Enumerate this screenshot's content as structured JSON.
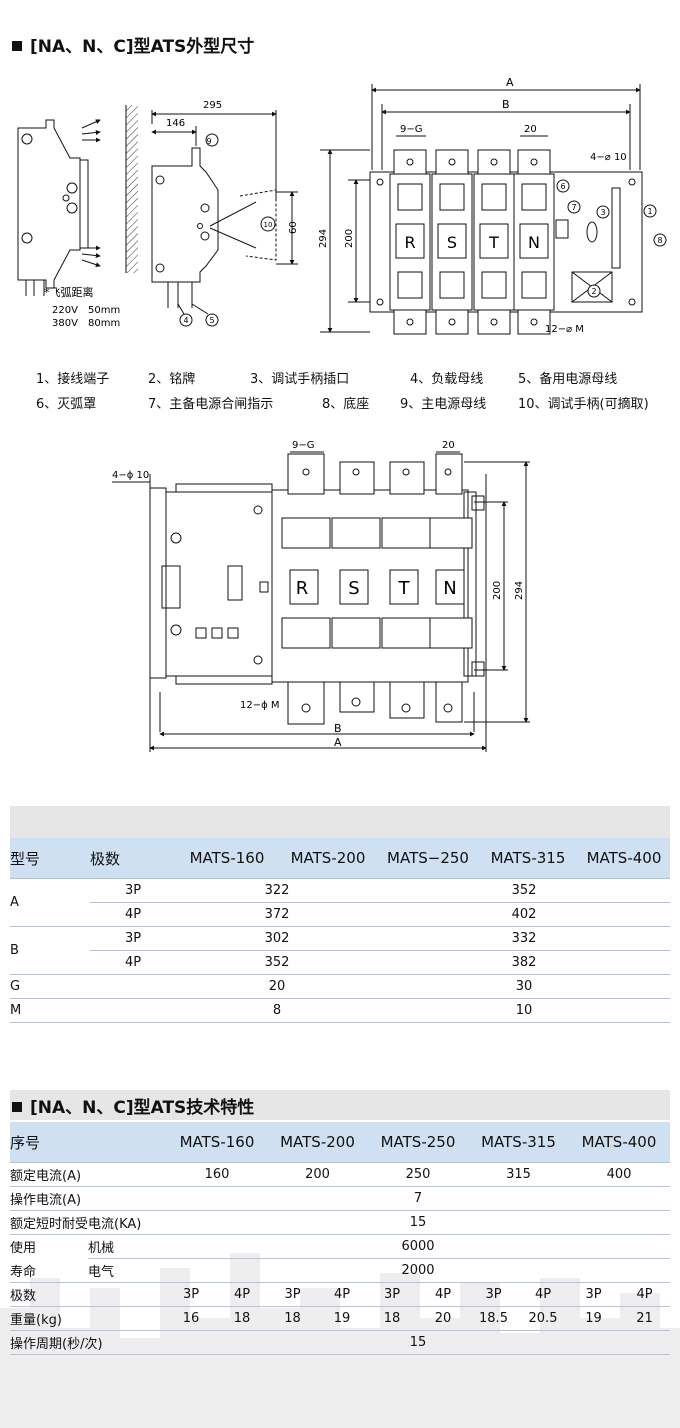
{
  "dims_section": {
    "title": "[NA、N、C]型ATS外型尺寸"
  },
  "tech_section": {
    "title": "[NA、N、C]型ATS技术特性"
  },
  "drawing_labels": {
    "arc_note": "*飞弧距离",
    "arc_220": "220V",
    "arc_220_val": "50mm",
    "arc_380": "380V",
    "arc_380_val": "80mm",
    "d295": "295",
    "d146": "146",
    "d60": "60",
    "d294": "294",
    "d200": "200",
    "dA": "A",
    "dB": "B",
    "d9G": "9−G",
    "d20": "20",
    "d4phi10": "4−⌀ 10",
    "d12phiM": "12−⌀ M",
    "d4phi10b": "4−ϕ 10",
    "d12phiMb": "12−ϕ M",
    "phases": [
      "R",
      "S",
      "T",
      "N"
    ],
    "callouts": [
      "1",
      "2",
      "3",
      "4",
      "5",
      "6",
      "7",
      "8",
      "9",
      "10"
    ]
  },
  "legend": [
    "1、接线端子",
    "2、铭牌",
    "3、调试手柄插口",
    "4、负载母线",
    "5、备用电源母线",
    "6、灭弧罩",
    "7、主备电源合闸指示",
    "8、底座",
    "9、主电源母线",
    "10、调试手柄(可摘取)"
  ],
  "dim_table": {
    "h_model": "型号",
    "h_poles": "极数",
    "models": [
      "MATS-160",
      "MATS-200",
      "MATS−250",
      "MATS-315",
      "MATS-400"
    ],
    "rows": [
      {
        "label": "A",
        "poles": "3P",
        "v1": "322",
        "v2": "352"
      },
      {
        "label": "",
        "poles": "4P",
        "v1": "372",
        "v2": "402"
      },
      {
        "label": "B",
        "poles": "3P",
        "v1": "302",
        "v2": "332"
      },
      {
        "label": "",
        "poles": "4P",
        "v1": "352",
        "v2": "382"
      },
      {
        "label": "G",
        "poles": "",
        "v1": "20",
        "v2": "30"
      },
      {
        "label": "M",
        "poles": "",
        "v1": "8",
        "v2": "10"
      }
    ]
  },
  "tech_table": {
    "h_seq": "序号",
    "models": [
      "MATS-160",
      "MATS-200",
      "MATS-250",
      "MATS-315",
      "MATS-400"
    ],
    "rated_current_label": "额定电流(A)",
    "rated_current": [
      "160",
      "200",
      "250",
      "315",
      "400"
    ],
    "operating_current_label": "操作电流(A)",
    "operating_current": "7",
    "short_time_label": "额定短时耐受电流(KA)",
    "short_time": "15",
    "life_label_1": "使用",
    "life_label_2": "寿命",
    "mech_label": "机械",
    "mech_value": "6000",
    "elec_label": "电气",
    "elec_value": "2000",
    "poles_label": "极数",
    "poles": [
      "3P",
      "4P",
      "3P",
      "4P",
      "3P",
      "4P",
      "3P",
      "4P",
      "3P",
      "4P"
    ],
    "weight_label": "重量(kg)",
    "weights": [
      "16",
      "18",
      "18",
      "19",
      "18",
      "20",
      "18.5",
      "20.5",
      "19",
      "21"
    ],
    "cycle_label": "操作周期(秒/次)",
    "cycle_value": "15"
  }
}
